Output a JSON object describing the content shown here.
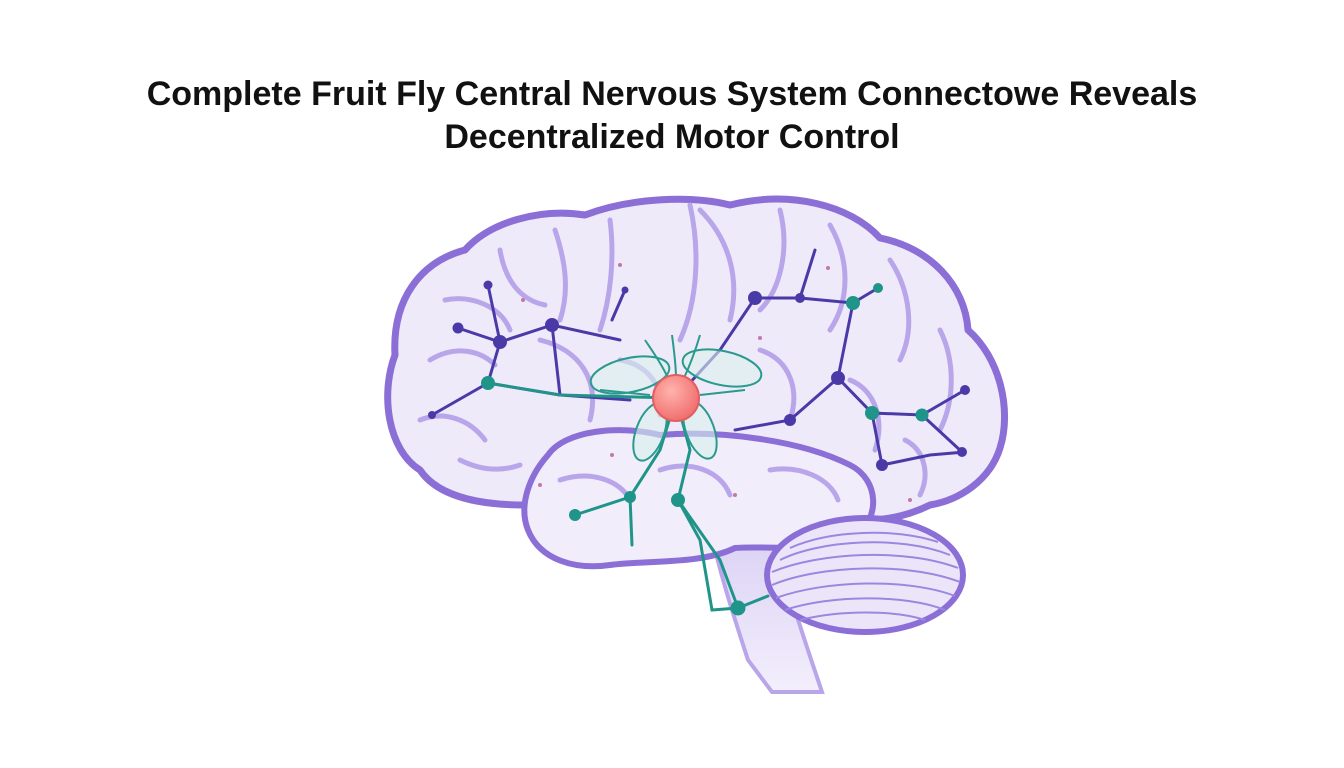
{
  "headline": {
    "line1": "Complete Fruit Fly Central Nervous System Connectowe Reveals",
    "line2": "Decentralized Motor Control"
  },
  "illustration": {
    "subject": "brain-illustration",
    "colors": {
      "outline": "#8b6fd6",
      "fill": "#efeaf9",
      "fold": "#b9a6ea",
      "network_purple": "#4a3aa8",
      "network_teal": "#1f9488",
      "fly_wing": "#3aa89c",
      "focal_node": "#f27c7c"
    }
  }
}
